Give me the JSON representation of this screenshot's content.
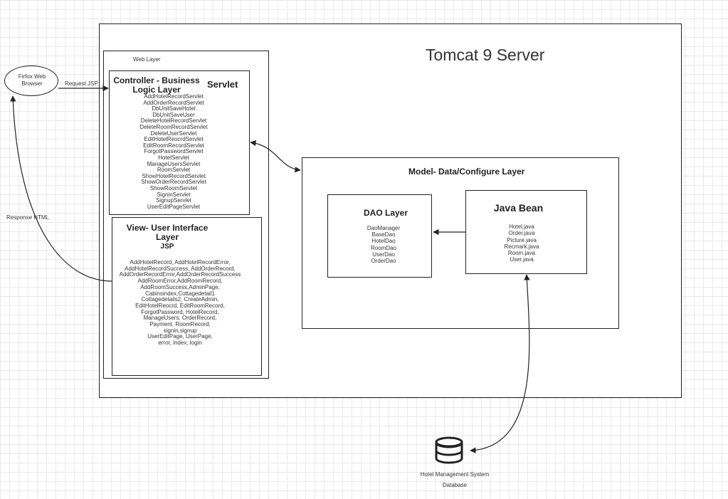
{
  "tomcat": {
    "title": "Tomcat 9 Server"
  },
  "browser": {
    "label_line1": "Firfox Web",
    "label_line2": "Browser"
  },
  "arrows": {
    "request": "Request JSP",
    "response": "Response HTML"
  },
  "web_layer": {
    "title": "Web Layer"
  },
  "controller": {
    "title_line1": "Controller - Business",
    "title_line2": "Logic Layer",
    "servlet_label": "Servlet",
    "items": [
      "AddHotelRecordServlet",
      "AddOrderRecordServlet",
      "DbUnitSaveHotel",
      "DbUnitSaveUser",
      "DeleteHotelRecordServlet",
      "DeleteRoomRecordServlet",
      "DeleteUserServlet",
      "EditHotelReocrdServlet",
      "EditRoomRecordServlet",
      "ForgotPasswordServlet",
      "HotelServlet",
      "ManageUsersServlet",
      "RoomServlet",
      "ShowHotelRecordServlet",
      "ShowOrderRecordServlet",
      "ShowRoomServlet",
      "SigninServlet",
      "SignupServlet",
      "UserEditPageServlet"
    ]
  },
  "view": {
    "title_line1": "View- User Interface",
    "title_line2": "Layer",
    "jsp_label": "JSP",
    "items": [
      "AddHotelRecord, AddHotelRecordError,",
      "AddHotelRecordSuccess, AddOrderRecord,",
      "AddOrderRecordError,AddOrderRecordSuccess",
      "AddRoomError,AddRoomRecord,",
      "AddRoomSuccess,AdminPage,",
      "Cabinsindex,Cottagedetail1",
      "Cottagedetails2, CreateAdmin,",
      "EditHotelReocrd, EditRoomRecord,",
      "ForgotPassword, HotelRecord,",
      "ManageUsers, OrderRecord,",
      "Payment, RoomRecord,",
      "signin,signup",
      "UserEditPage, UserPage,",
      "error, index, login"
    ]
  },
  "model": {
    "title": "Model- Data/Configure Layer"
  },
  "dao": {
    "title": "DAO Layer",
    "items": [
      "DaoManager",
      "BaseDao",
      "HotelDao",
      "RoomDao",
      "UserDao",
      "OrderDao"
    ]
  },
  "bean": {
    "title": "Java Bean",
    "items": [
      "Hotel.java",
      "Order.java",
      "Picture.java",
      "Recmark.java",
      "Room.java",
      "User.java"
    ]
  },
  "database": {
    "label_line1": "Hotel Management System",
    "label_line2": "Database"
  }
}
